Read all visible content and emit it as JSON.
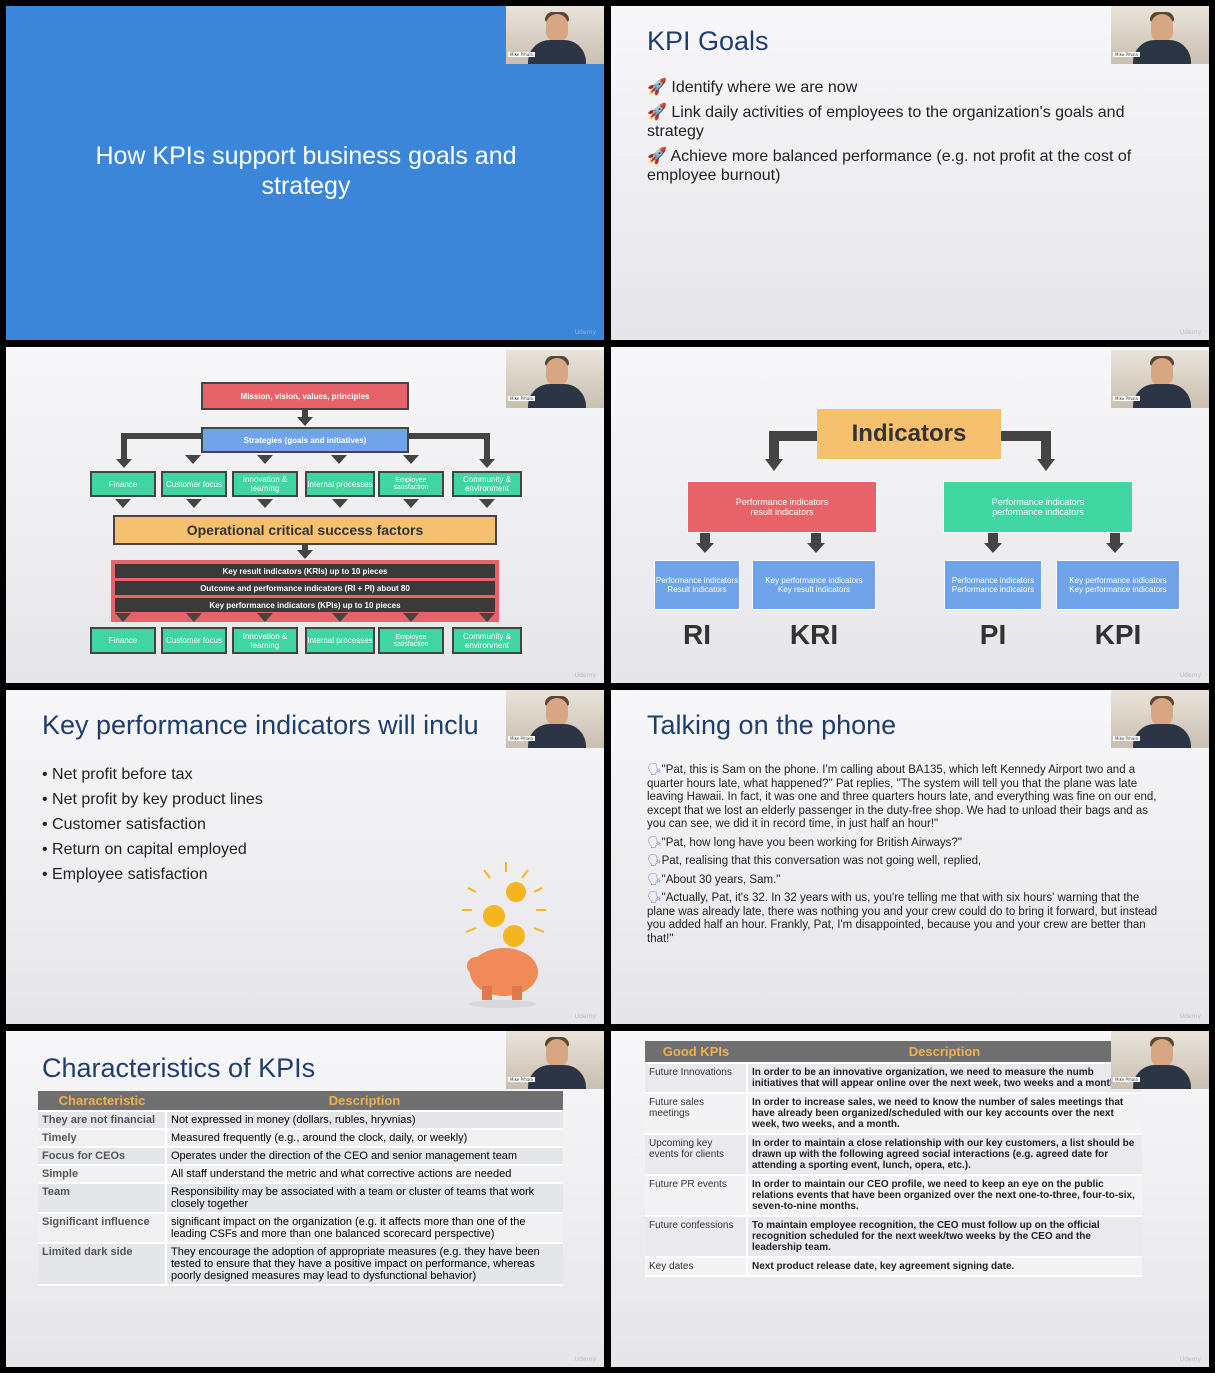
{
  "presenter_name": "Mike Prhala",
  "watermark": "Udemy",
  "slide1": {
    "title": "How KPIs support business goals and strategy"
  },
  "slide2": {
    "title": "KPI Goals",
    "bullets": [
      "Identify where we are now",
      "Link daily activities of employees to the organization's goals and strategy",
      "Achieve more balanced performance (e.g. not profit at the cost of employee burnout)"
    ]
  },
  "slide3": {
    "mission": "Mission, vision, values, principles",
    "strategies": "Strategies (goals and initiatives)",
    "perspectives_top": [
      "Finance",
      "Customer focus",
      "Innovation & learning",
      "Internal processes",
      "Employee satisfaction",
      "Community & environment"
    ],
    "csf": "Operational critical success factors",
    "indicator_bars": [
      "Key result indicators (KRIs) up to 10 pieces",
      "Outcome and performance indicators (RI + PI) about 80",
      "Key performance indicators (KPIs) up to 10 pieces"
    ],
    "perspectives_bottom": [
      "Finance",
      "Customer focus",
      "Innovation & learning",
      "Internal processes",
      "Employee satisfaction",
      "Community & environment"
    ]
  },
  "slide4": {
    "root": "Indicators",
    "left_group": "Performance indicators\nresult indicators",
    "right_group": "Performance indicators\nperformance indicators",
    "leaves": [
      {
        "text": "Performance indicators\nResult indicators",
        "abbr": "RI"
      },
      {
        "text": "Key performance indicators\nKey result indicators",
        "abbr": "KRI"
      },
      {
        "text": "Performance indicators\nPerformance indicators",
        "abbr": "PI"
      },
      {
        "text": "Key performance indicators\nKey performance indicators",
        "abbr": "KPI"
      }
    ]
  },
  "slide5": {
    "title": "Key performance indicators will inclu",
    "bullets": [
      "Net profit before tax",
      "Net profit by key product lines",
      "Customer satisfaction",
      "Return on capital employed",
      "Employee satisfaction"
    ]
  },
  "slide6": {
    "title": "Talking on the phone",
    "bullets": [
      "\"Pat, this is Sam on the phone. I'm calling about BA135, which left Kennedy Airport two and a quarter hours late, what happened?\" Pat replies, \"The system will tell you that the plane was late leaving Hawaii. In fact, it was one and three quarters hours late, and everything was fine on our end, except that we lost an elderly passenger in the duty-free shop. We had to unload their bags and as you can see, we did it in record time, in just half an hour!\"",
      "\"Pat, how long have you been working for British Airways?\"",
      "Pat, realising that this conversation was not going well, replied,",
      "\"About 30 years, Sam.\"",
      "\"Actually, Pat, it's 32. In 32 years with us, you're telling me that with six hours' warning that the plane was already late, there was nothing you and your crew could do to bring it forward, but instead you added half an hour. Frankly, Pat, I'm disappointed, because you and your crew are better than that!\""
    ]
  },
  "slide7": {
    "title": "Characteristics of KPIs",
    "headers": [
      "Characteristic",
      "Description"
    ],
    "rows": [
      [
        "They are not financial",
        "Not expressed in money (dollars, rubles, hryvnias)"
      ],
      [
        "Timely",
        "Measured frequently (e.g., around the clock, daily, or weekly)"
      ],
      [
        "Focus for CEOs",
        "Operates under the direction of the CEO and senior management team"
      ],
      [
        "Simple",
        "All staff understand the metric and what corrective actions are needed"
      ],
      [
        "Team",
        "Responsibility may be associated with a team or cluster of teams that work closely together"
      ],
      [
        "Significant influence",
        "significant impact on the organization (e.g. it affects more than one of the leading CSFs and more than one balanced scorecard perspective)"
      ],
      [
        "Limited dark side",
        "They encourage the adoption of appropriate measures (e.g. they have been tested to ensure that they have a positive impact on performance, whereas poorly designed measures may lead to dysfunctional behavior)"
      ]
    ]
  },
  "slide8": {
    "headers": [
      "Good KPIs",
      "Description"
    ],
    "rows": [
      [
        "Future Innovations",
        "In order to be an innovative organization, we need to measure the numb initiatives that will appear online over the next week, two weeks and a month."
      ],
      [
        "Future sales meetings",
        "In order to increase sales, we need to know the number of sales meetings that have already been organized/scheduled with our key accounts over the next week, two weeks, and a month."
      ],
      [
        "Upcoming key events for clients",
        "In order to maintain a close relationship with our key customers, a list should be drawn up with the following agreed social interactions (e.g. agreed date for attending a sporting event, lunch, opera, etc.)."
      ],
      [
        "Future PR events",
        "In order to maintain our CEO profile, we need to keep an eye on the public relations events that have been organized over the next one-to-three, four-to-six, seven-to-nine months."
      ],
      [
        "Future confessions",
        "To maintain employee recognition, the CEO must follow up on the official recognition scheduled for the next week/two weeks by the CEO and the leadership team."
      ],
      [
        "Key dates",
        "Next product release date, key agreement signing date."
      ]
    ]
  },
  "colors": {
    "blue_slide": "#3b86d9",
    "title_navy": "#1f3d6d",
    "red_box": "#e8626a",
    "green_box": "#3fd6a2",
    "orange_box": "#f5c16e",
    "blue_box": "#6fa3ea",
    "table_header_text": "#f2b04f"
  }
}
